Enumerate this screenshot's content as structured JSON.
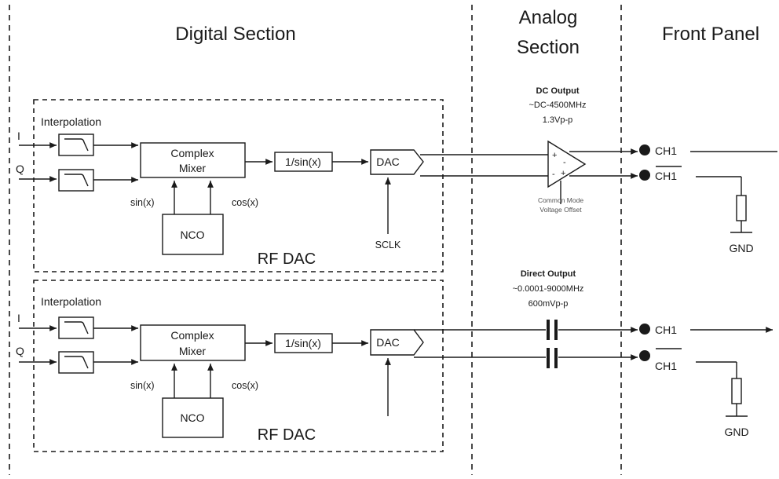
{
  "sections": {
    "digital": "Digital Section",
    "analog_line1": "Analog",
    "analog_line2": "Section",
    "front": "Front Panel"
  },
  "rf_dac_top": {
    "label": "RF DAC",
    "interpolation": "Interpolation",
    "input_i": "I",
    "input_q": "Q",
    "mixer_line1": "Complex",
    "mixer_line2": "Mixer",
    "sin": "sin(x)",
    "cos": "cos(x)",
    "nco": "NCO",
    "sinc": "1/sin(x)",
    "dac": "DAC",
    "sclk": "SCLK"
  },
  "rf_dac_bottom": {
    "label": "RF DAC",
    "interpolation": "Interpolation",
    "input_i": "I",
    "input_q": "Q",
    "mixer_line1": "Complex",
    "mixer_line2": "Mixer",
    "sin": "sin(x)",
    "cos": "cos(x)",
    "nco": "NCO",
    "sinc": "1/sin(x)",
    "dac": "DAC"
  },
  "dc_output": {
    "title": "DC Output",
    "range": "~DC-4500MHz",
    "amplitude": "1.3Vp-p",
    "cm_line1": "Common Mode",
    "cm_line2": "Voltage Offset"
  },
  "direct_output": {
    "title": "Direct Output",
    "range": "~0.0001-9000MHz",
    "amplitude": "600mVp-p"
  },
  "front_panel": {
    "ch1": "CH1",
    "ch1_bar": "CH1",
    "gnd": "GND"
  }
}
